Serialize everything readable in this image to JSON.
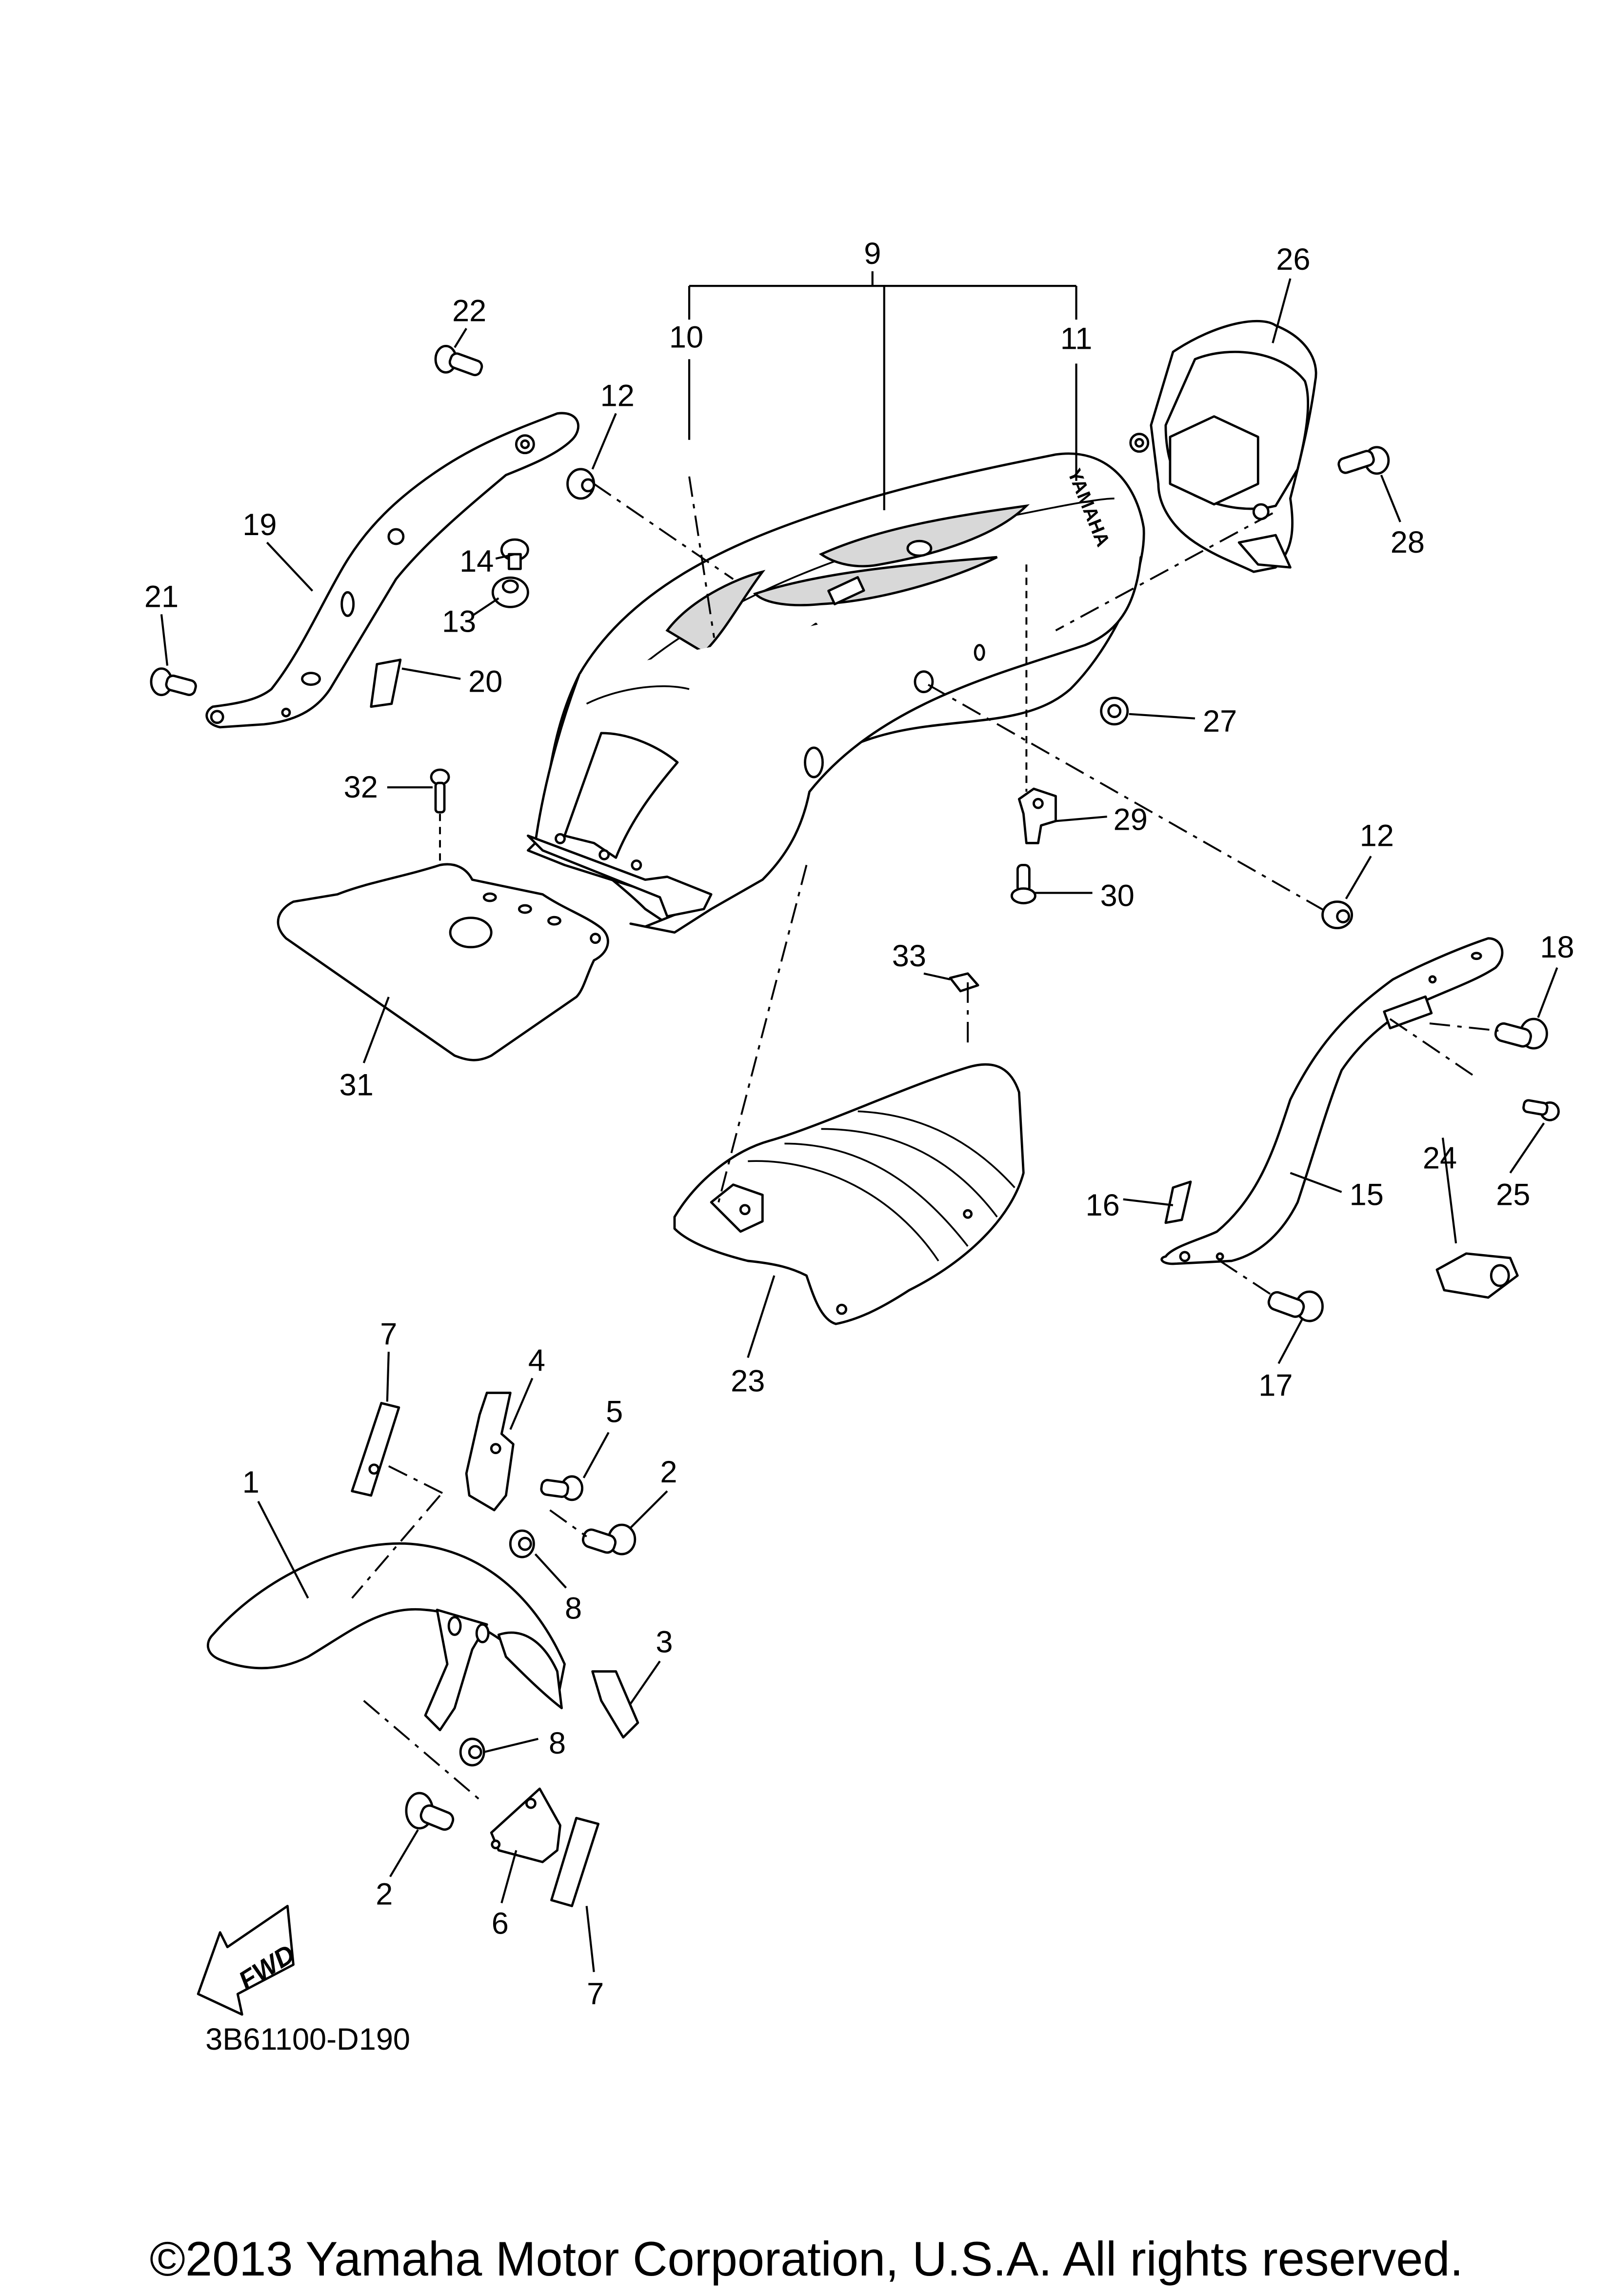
{
  "diagram": {
    "title": "Rear fender / front fender exploded parts diagram",
    "drawing_code": "3B61100-D190",
    "copyright": "©2013 Yamaha Motor Corporation, U.S.A. All rights reserved.",
    "brand_decal_text": "YAMAHA",
    "direction_indicator": "FWD",
    "callouts": {
      "c1": "1",
      "c2a": "2",
      "c2b": "2",
      "c3": "3",
      "c4": "4",
      "c5": "5",
      "c6": "6",
      "c7a": "7",
      "c7b": "7",
      "c8a": "8",
      "c8b": "8",
      "c9": "9",
      "c10": "10",
      "c11": "11",
      "c12a": "12",
      "c12b": "12",
      "c13": "13",
      "c14": "14",
      "c15": "15",
      "c16": "16",
      "c17": "17",
      "c18": "18",
      "c19": "19",
      "c20": "20",
      "c21": "21",
      "c22": "22",
      "c23": "23",
      "c24": "24",
      "c25": "25",
      "c26": "26",
      "c27": "27",
      "c28": "28",
      "c29": "29",
      "c30": "30",
      "c31": "31",
      "c32": "32",
      "c33": "33"
    },
    "colors": {
      "ink": "#000000",
      "paper": "#ffffff",
      "flame_shade": "#d8d8d8"
    }
  }
}
